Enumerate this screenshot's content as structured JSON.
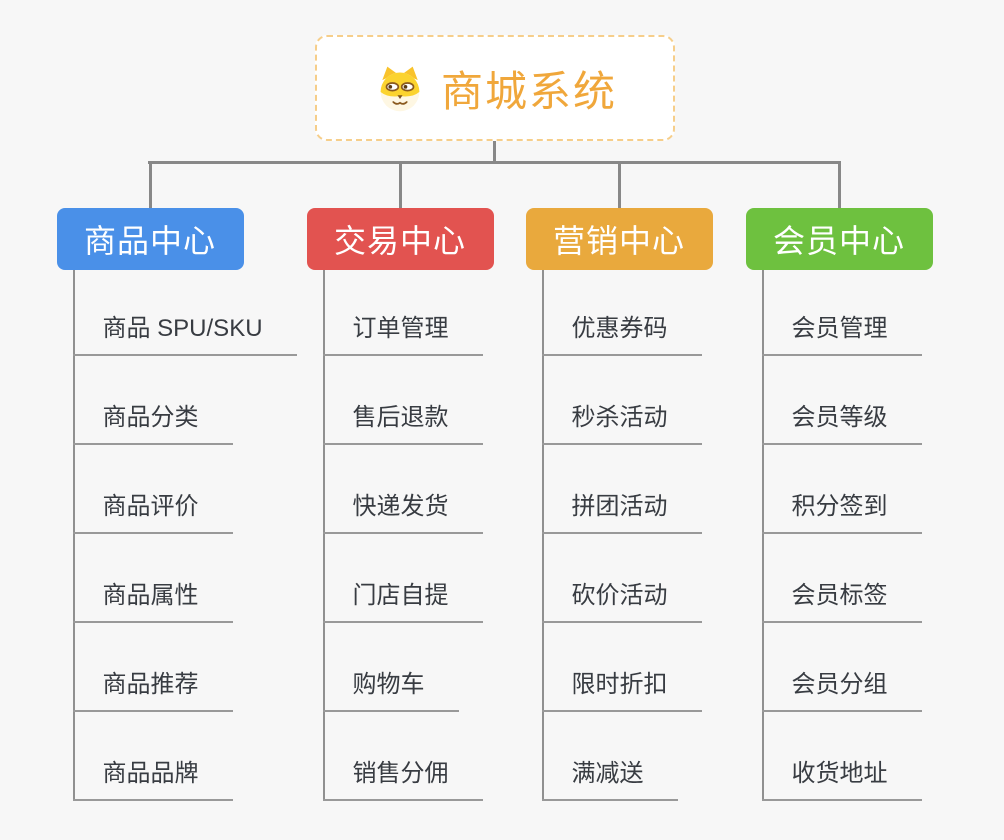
{
  "page": {
    "background": "#f7f7f7"
  },
  "root": {
    "title": "商城系统",
    "icon": "dog-face-icon",
    "text_color": "#f0a73b",
    "border_color": "#f6ce8a"
  },
  "branches": [
    {
      "label": "商品中心",
      "color": "#4a90e8",
      "items": [
        "商品 SPU/SKU",
        "商品分类",
        "商品评价",
        "商品属性",
        "商品推荐",
        "商品品牌"
      ]
    },
    {
      "label": "交易中心",
      "color": "#e25350",
      "items": [
        "订单管理",
        "售后退款",
        "快递发货",
        "门店自提",
        "购物车",
        "销售分佣"
      ]
    },
    {
      "label": "营销中心",
      "color": "#e9a93d",
      "items": [
        "优惠券码",
        "秒杀活动",
        "拼团活动",
        "砍价活动",
        "限时折扣",
        "满减送"
      ]
    },
    {
      "label": "会员中心",
      "color": "#6ec13f",
      "items": [
        "会员管理",
        "会员等级",
        "积分签到",
        "会员标签",
        "会员分组",
        "收货地址"
      ]
    }
  ]
}
